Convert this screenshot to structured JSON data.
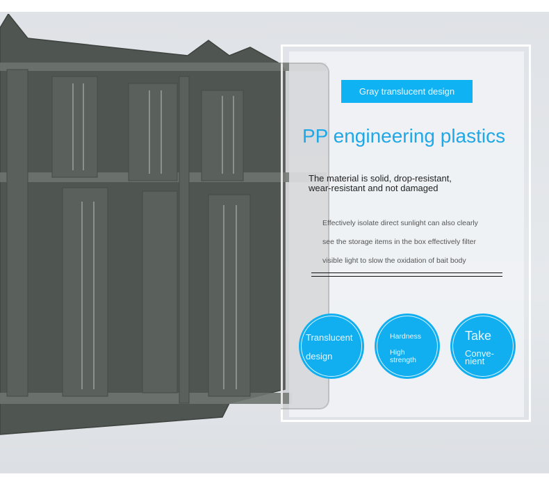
{
  "banner": {
    "tag_label": "Gray translucent design",
    "title": "PP engineering plastics",
    "subtitle_line1": "The material is solid, drop-resistant,",
    "subtitle_line2": "wear-resistant and not damaged",
    "paragraph_lines": [
      "Effectively isolate direct sunlight can also clearly",
      "see the storage items in the box effectively filter",
      "visible light to slow the oxidation of bait body"
    ]
  },
  "features": [
    {
      "line1": "Translucent",
      "line2": "design"
    },
    {
      "line1": "Hardness",
      "line2": "High",
      "line3": "strength"
    },
    {
      "line1": "Take",
      "line2": "Conve-",
      "line3": "nient"
    }
  ],
  "colors": {
    "accent": "#0fb2f2",
    "title": "#1ea8e6",
    "product": "#4d534f"
  }
}
